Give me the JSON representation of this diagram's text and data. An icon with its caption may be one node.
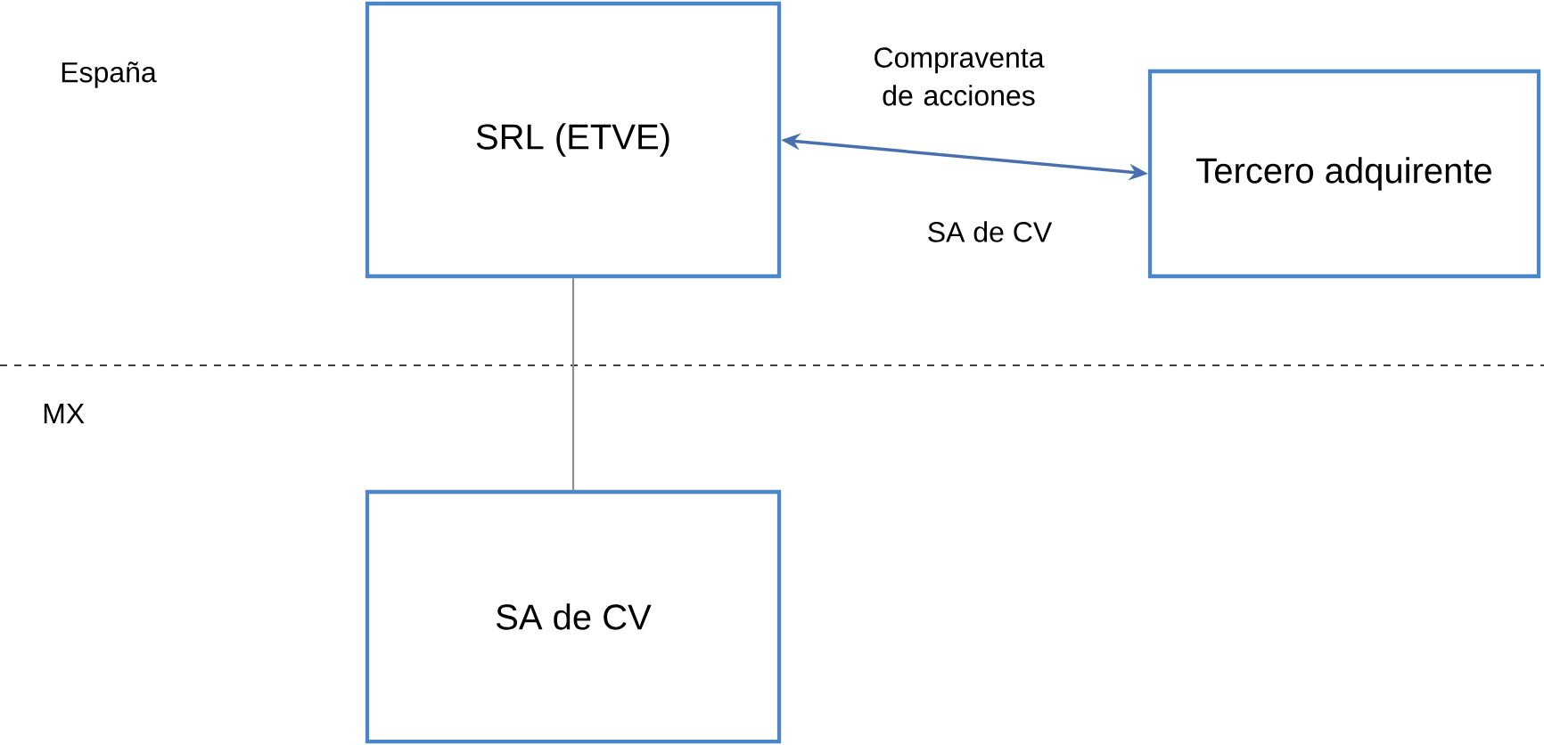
{
  "diagram": {
    "nodes": [
      {
        "text": [
          "SRL (ETVE)"
        ]
      },
      {
        "text": [
          "Tercero adquirente"
        ]
      },
      {
        "text": [
          "SA de CV"
        ]
      }
    ],
    "edges": [
      {
        "from": 0,
        "to": 1,
        "arrow": "both",
        "label": "Compraventa de acciones",
        "color": "#4a6fb0"
      },
      {
        "from": 0,
        "to": 2,
        "arrow": "none",
        "color": "#8c8c8c"
      }
    ],
    "labels": [
      "España",
      "SA de CV",
      "MX"
    ]
  }
}
